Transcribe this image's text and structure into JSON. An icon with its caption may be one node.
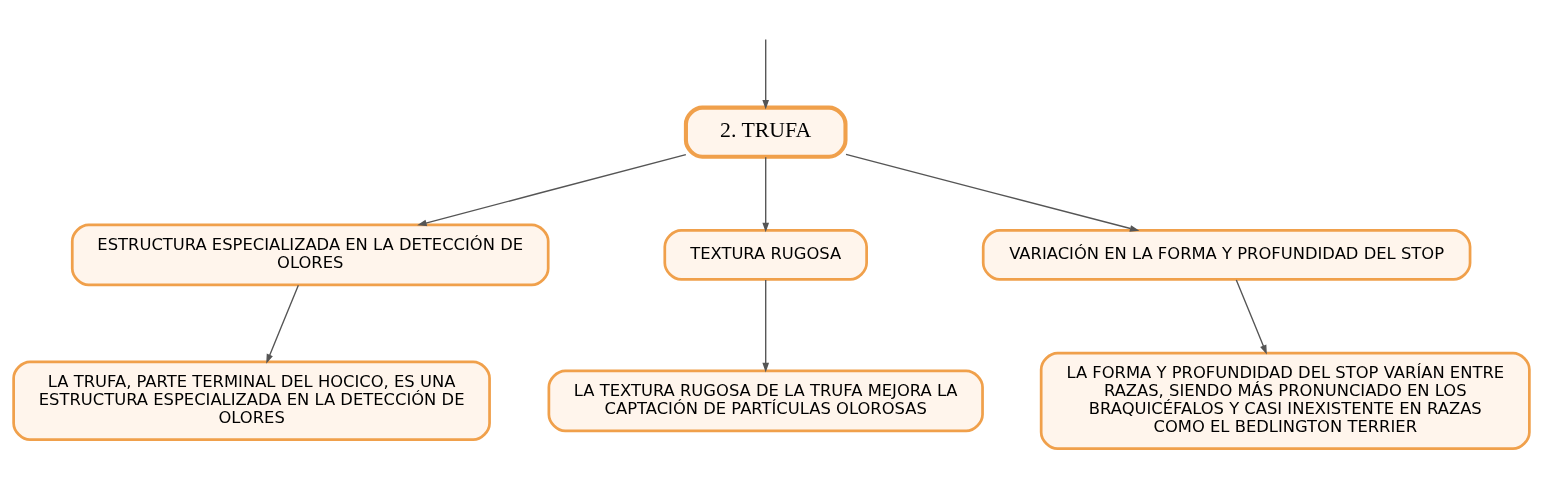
{
  "diagram": {
    "nodes": [
      {
        "text": [
          "2. TRUFA"
        ]
      },
      {
        "text": [
          "ESTRUCTURA ESPECIALIZADA EN LA DETECCIÓN DE OLORES"
        ]
      },
      {
        "text": [
          "TEXTURA RUGOSA"
        ]
      },
      {
        "text": [
          "VARIACIÓN EN LA FORMA Y PROFUNDIDAD DEL STOP"
        ]
      },
      {
        "text": [
          "LA TRUFA, PARTE TERMINAL DEL HOCICO, ES UNA ESTRUCTURA ESPECIALIZADA EN LA DETECCIÓN DE OLORES"
        ]
      },
      {
        "text": [
          "LA TEXTURA RUGOSA DE LA TRUFA MEJORA LA CAPTACIÓN DE PARTÍCULAS OLOROSAS"
        ]
      },
      {
        "text": [
          "LA FORMA Y PROFUNDIDAD DEL STOP VARÍAN ENTRE RAZAS, SIENDO MÁS PRONUNCIADO EN LOS BRAQUICÉFALOS Y CASI INEXISTENTE EN RAZAS COMO EL BEDLINGTON TERRIER"
        ]
      }
    ],
    "edges": [
      {
        "from": null,
        "to": 0,
        "arrow": "to"
      },
      {
        "from": 0,
        "to": 1,
        "arrow": "to"
      },
      {
        "from": 0,
        "to": 2,
        "arrow": "to"
      },
      {
        "from": 0,
        "to": 3,
        "arrow": "to"
      },
      {
        "from": 1,
        "to": 4,
        "arrow": "to"
      },
      {
        "from": 2,
        "to": 5,
        "arrow": "to"
      },
      {
        "from": 3,
        "to": 6,
        "arrow": "to"
      }
    ]
  }
}
